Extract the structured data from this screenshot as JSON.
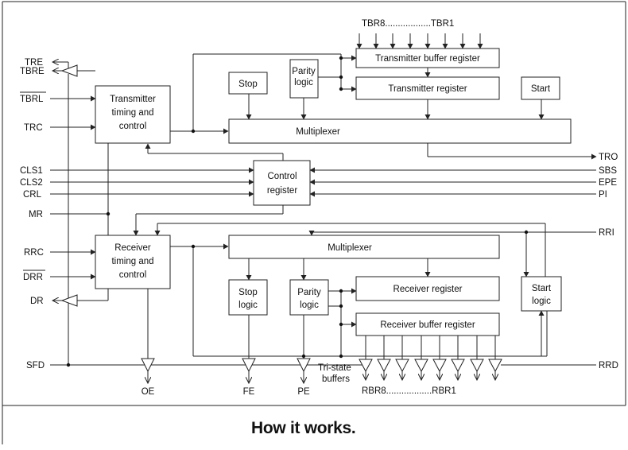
{
  "caption": "How it works.",
  "blocks": {
    "transmitter_buffer": "Transmitter buffer register",
    "transmitter_register": "Transmitter register",
    "parity_logic_tx": [
      "Parity",
      "logic"
    ],
    "stop": "Stop",
    "start": "Start",
    "tx_timing": [
      "Transmitter",
      "timing and",
      "control"
    ],
    "mux_tx": "Multiplexer",
    "control_register": [
      "Control",
      "register"
    ],
    "rx_timing": [
      "Receiver",
      "timing and",
      "control"
    ],
    "mux_rx": "Multiplexer",
    "stop_logic": [
      "Stop",
      "logic"
    ],
    "parity_logic_rx": [
      "Parity",
      "logic"
    ],
    "receiver_register": "Receiver register",
    "receiver_buffer": "Receiver buffer register",
    "start_logic": [
      "Start",
      "logic"
    ]
  },
  "signals": {
    "left": [
      "TRE",
      "TBRE",
      "TBRL",
      "TRC",
      "CLS1",
      "CLS2",
      "CRL",
      "MR",
      "RRC",
      "DRR",
      "DR",
      "SFD"
    ],
    "right": [
      "TRO",
      "SBS",
      "EPE",
      "PI",
      "RRI",
      "RRD"
    ],
    "bottom": [
      "OE",
      "FE",
      "PE"
    ],
    "tbr_range": "TBR8..................TBR1",
    "rbr_range": "RBR8..................RBR1",
    "tristate": [
      "Tri-state",
      "buffers"
    ]
  },
  "colors": {
    "ink": "#111111",
    "background": "#ffffff"
  }
}
